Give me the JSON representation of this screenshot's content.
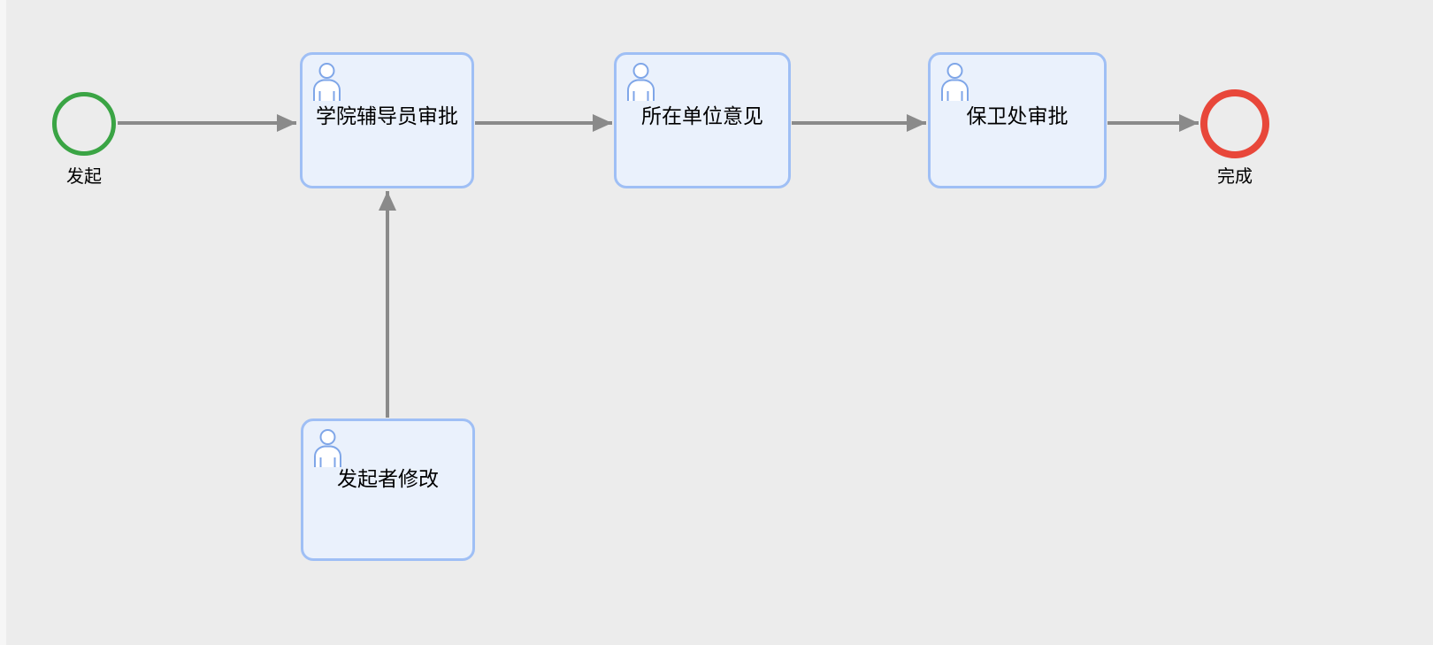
{
  "workflow": {
    "start": {
      "label": "发起"
    },
    "end": {
      "label": "完成"
    },
    "tasks": [
      {
        "id": "college-counselor-approval",
        "label": "学院辅导员审批",
        "icon": "person-icon"
      },
      {
        "id": "unit-opinion",
        "label": "所在单位意见",
        "icon": "person-icon"
      },
      {
        "id": "security-office-approval",
        "label": "保卫处审批",
        "icon": "person-icon"
      },
      {
        "id": "initiator-modify",
        "label": "发起者修改",
        "icon": "person-icon"
      }
    ],
    "edges": [
      {
        "from": "start",
        "to": "college-counselor-approval"
      },
      {
        "from": "college-counselor-approval",
        "to": "unit-opinion"
      },
      {
        "from": "unit-opinion",
        "to": "security-office-approval"
      },
      {
        "from": "security-office-approval",
        "to": "end"
      },
      {
        "from": "initiator-modify",
        "to": "college-counselor-approval"
      }
    ],
    "colors": {
      "canvas_bg": "#ececec",
      "left_strip": "#f6f6f6",
      "task_bg": "#eaf1fc",
      "task_border": "#9fbff5",
      "arrow": "#8a8a8a",
      "person_icon_stroke": "#7fa6e8",
      "start_green": "#3aa444",
      "end_red": "#e8473a"
    }
  }
}
